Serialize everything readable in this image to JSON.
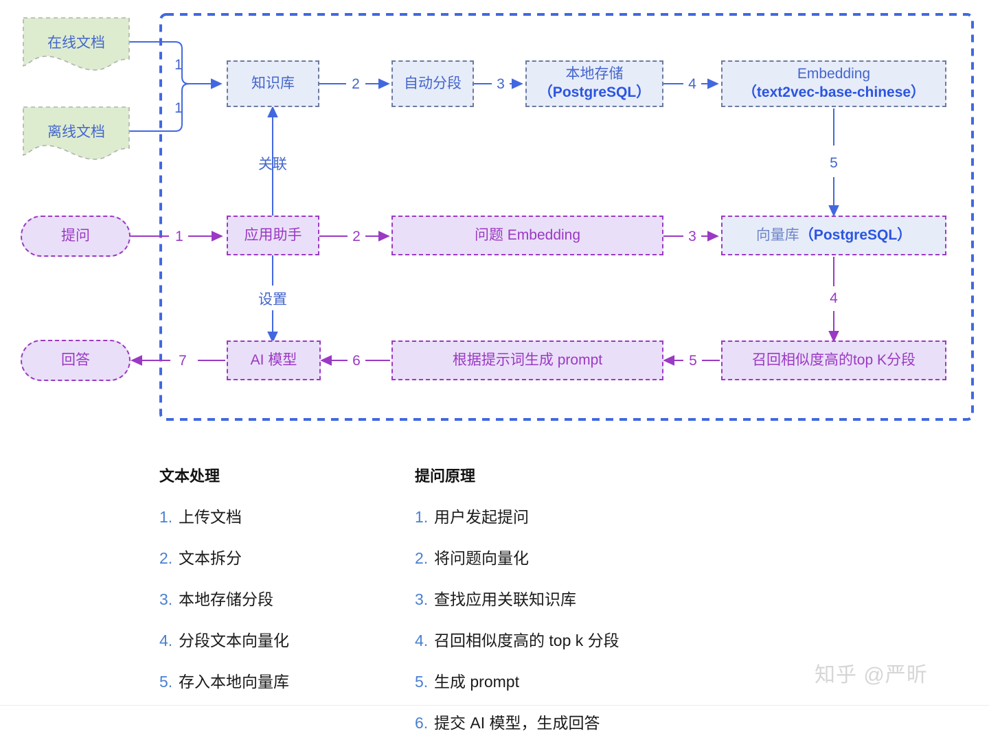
{
  "diagram": {
    "container_label": "rag-pipeline-container",
    "colors": {
      "blue_text": "#4466cc",
      "blue_accent": "#2b55e0",
      "purple": "#9a39c4",
      "doc_fill": "#ddeccf",
      "blue_fill": "#e7ecf9",
      "purple_fill": "#eadff8",
      "container_border": "#4268e0"
    },
    "documents": [
      {
        "label": "在线文档"
      },
      {
        "label": "离线文档"
      }
    ],
    "top_row": [
      {
        "label": "知识库"
      },
      {
        "label": "自动分段"
      },
      {
        "label_main": "本地存储",
        "label_accent": "（PostgreSQL）"
      },
      {
        "label_main": "Embedding",
        "label_accent": "（text2vec-base-chinese）"
      }
    ],
    "middle_row": [
      {
        "label": "提问"
      },
      {
        "label": "应用助手"
      },
      {
        "label": "问题 Embedding"
      },
      {
        "label_main": "向量库",
        "label_accent": "（PostgreSQL）"
      }
    ],
    "bottom_row": [
      {
        "label": "回答"
      },
      {
        "label": "AI 模型"
      },
      {
        "label": "根据提示词生成 prompt"
      },
      {
        "label": "召回相似度高的top K分段"
      }
    ],
    "edge_labels": {
      "doc_online_to_kb": "1",
      "doc_offline_to_kb": "1",
      "kb_to_split": "2",
      "split_to_store": "3",
      "store_to_embed": "4",
      "embed_to_vector": "5",
      "kb_link": "关联",
      "assistant_settings": "设置",
      "ask_to_assistant": "1",
      "assistant_to_qembed": "2",
      "qembed_to_vector": "3",
      "vector_to_topk": "4",
      "topk_to_prompt": "5",
      "prompt_to_ai": "6",
      "ai_to_answer": "7"
    }
  },
  "legend": {
    "text_processing": {
      "title": "文本处理",
      "items": [
        {
          "num": "1.",
          "text": "上传文档"
        },
        {
          "num": "2.",
          "text": "文本拆分"
        },
        {
          "num": "3.",
          "text": "本地存储分段"
        },
        {
          "num": "4.",
          "text": "分段文本向量化"
        },
        {
          "num": "5.",
          "text": "存入本地向量库"
        }
      ]
    },
    "question_principle": {
      "title": "提问原理",
      "items": [
        {
          "num": "1.",
          "text": "用户发起提问"
        },
        {
          "num": "2.",
          "text": "将问题向量化"
        },
        {
          "num": "3.",
          "text": "查找应用关联知识库"
        },
        {
          "num": "4.",
          "text": "召回相似度高的 top k 分段"
        },
        {
          "num": "5.",
          "text": "生成 prompt"
        },
        {
          "num": "6.",
          "text": "提交 AI 模型，生成回答"
        }
      ]
    }
  },
  "watermark": {
    "text": "知乎 @严昕"
  }
}
